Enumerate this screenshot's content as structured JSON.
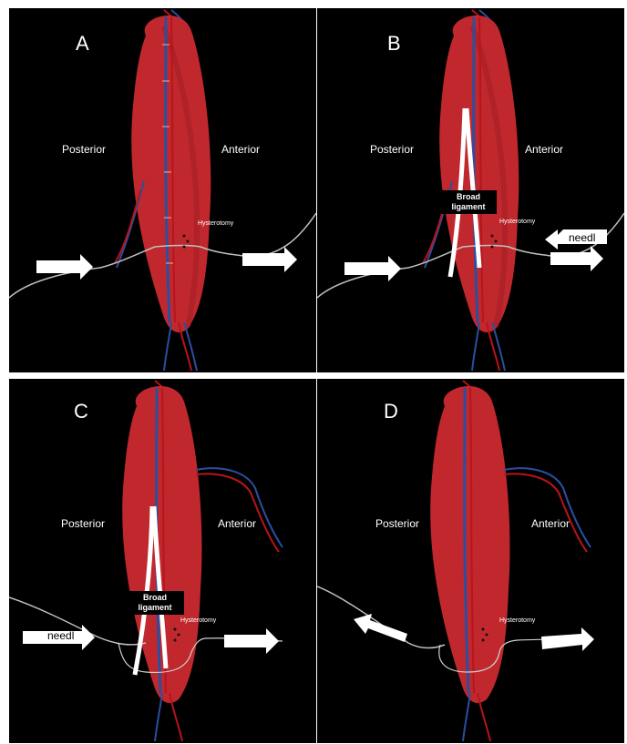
{
  "figure": {
    "panels": [
      {
        "letter": "A",
        "posterior": "Posterior",
        "anterior": "Anterior",
        "hysterotomy": "Hysterotomy"
      },
      {
        "letter": "B",
        "posterior": "Posterior",
        "anterior": "Anterior",
        "hysterotomy": "Hysterotomy",
        "broad_ligament": "Broad ligament",
        "needle": "needl"
      },
      {
        "letter": "C",
        "posterior": "Posterior",
        "anterior": "Anterior",
        "hysterotomy": "Hysterotomy",
        "broad_ligament": "Broad ligament",
        "needle": "needl"
      },
      {
        "letter": "D",
        "posterior": "Posterior",
        "anterior": "Anterior",
        "hysterotomy": "Hysterotomy"
      }
    ]
  },
  "colors": {
    "background": "#000000",
    "uterus": "#c0282d",
    "vessel_blue": "#2a4fa0",
    "vessel_red": "#b8141c",
    "suture": "#bfbfbf",
    "arrow": "#ffffff"
  }
}
